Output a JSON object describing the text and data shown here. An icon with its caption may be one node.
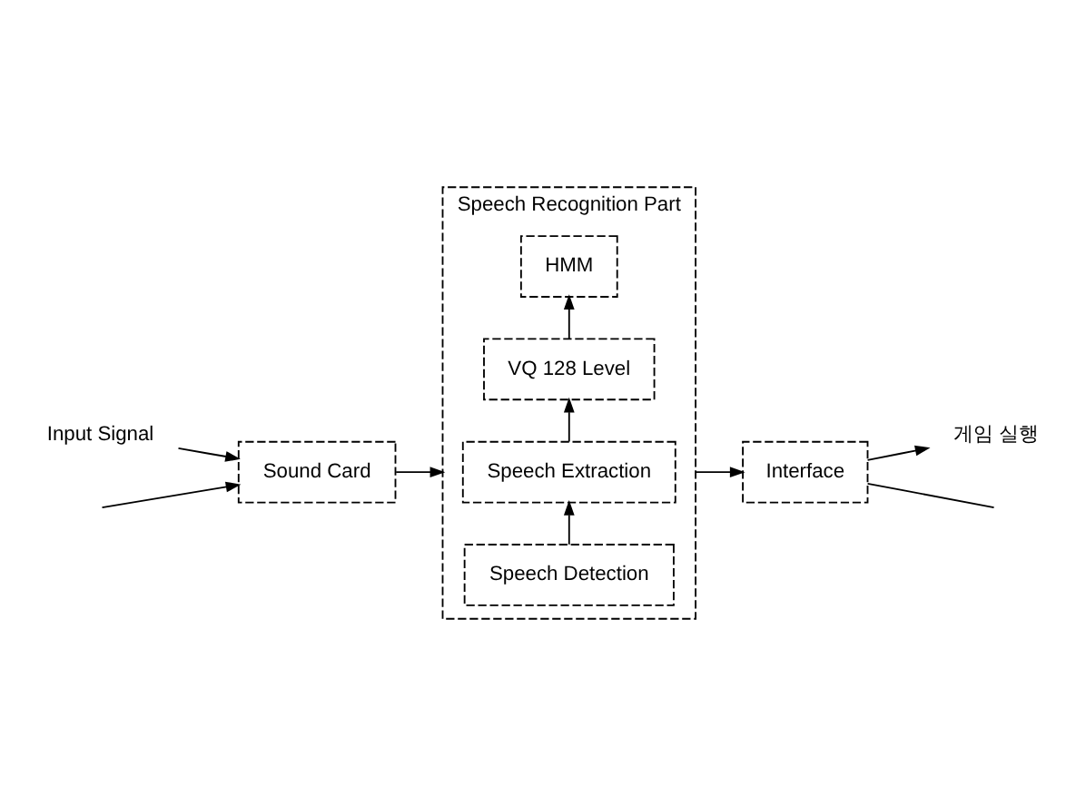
{
  "diagram": {
    "nodes": [
      {
        "text": [
          "Input Signal"
        ]
      },
      {
        "text": [
          "Sound Card"
        ]
      },
      {
        "text": [
          "Speech Recognition Part"
        ]
      },
      {
        "text": [
          "Speech Detection"
        ],
        "in": 2
      },
      {
        "text": [
          "Speech Extraction"
        ],
        "in": 2
      },
      {
        "text": [
          "VQ 128 Level"
        ],
        "in": 2
      },
      {
        "text": [
          "HMM"
        ],
        "in": 2
      },
      {
        "text": [
          "Interface"
        ]
      },
      {
        "text": [
          "게임 실행"
        ]
      }
    ],
    "edges": [
      {
        "from": 0,
        "to": 1,
        "arrow": "to"
      },
      {
        "from": null,
        "to": 1,
        "arrow": "to"
      },
      {
        "from": 1,
        "to": 2,
        "arrow": "to"
      },
      {
        "from": 3,
        "to": 4,
        "arrow": "to"
      },
      {
        "from": 4,
        "to": 5,
        "arrow": "to"
      },
      {
        "from": 5,
        "to": 6,
        "arrow": "to"
      },
      {
        "from": 2,
        "to": 7,
        "arrow": "to"
      },
      {
        "from": 7,
        "to": 8,
        "arrow": "to"
      },
      {
        "from": 7,
        "to": null,
        "arrow": "none"
      }
    ]
  }
}
